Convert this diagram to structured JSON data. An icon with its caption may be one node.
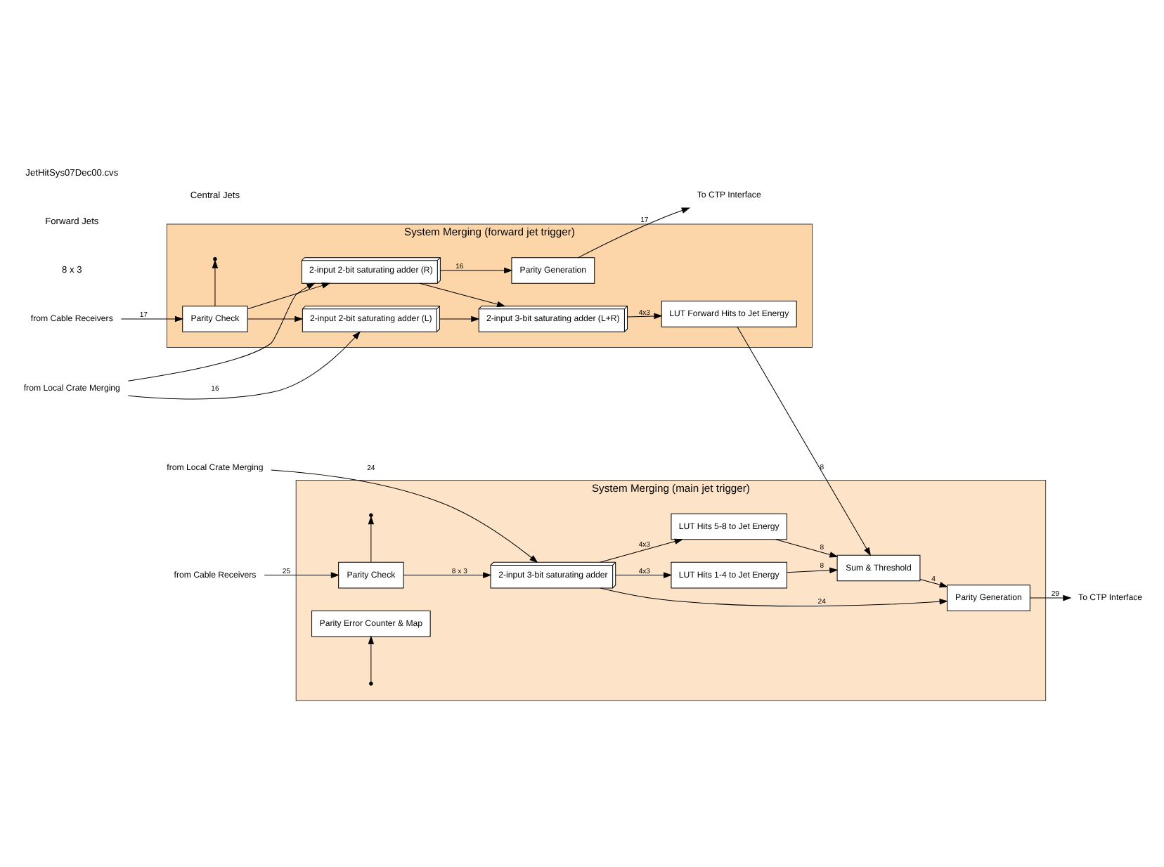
{
  "diagram": {
    "nodes": [
      {
        "text": [
          "System Merging (main jet trigger)"
        ]
      },
      {
        "text": [
          "from Cable Receivers"
        ]
      },
      {
        "text": [
          "from Local Crate Merging"
        ]
      },
      {
        "text": [
          "Parity Check"
        ],
        "in": 0
      },
      {
        "text": [
          "2-input 3-bit saturating adder"
        ],
        "in": 0
      },
      {
        "text": [
          "Parity Generation"
        ],
        "in": 0
      },
      {
        "text": [
          "LUT Hits 1-4 to Jet Energy"
        ],
        "in": 0
      },
      {
        "text": [
          "LUT Hits 5-8 to Jet Energy"
        ],
        "in": 0
      },
      {
        "text": [
          "Sum & Threshold"
        ],
        "in": 0
      },
      {
        "text": [
          "Parity Error Counter & Map"
        ],
        "in": 0
      },
      {
        "text": [
          "To CTP Interface"
        ]
      },
      {
        "text": [
          "System Merging (forward jet trigger)"
        ]
      },
      {
        "text": [
          "from Cable Receivers"
        ]
      },
      {
        "text": [
          "from Local Crate Merging"
        ]
      },
      {
        "text": [
          "Parity Check"
        ],
        "in": 11
      },
      {
        "text": [
          "2-input 2-bit saturating adder (L)"
        ],
        "in": 11
      },
      {
        "text": [
          "2-input 2-bit saturating adder (R)"
        ],
        "in": 11
      },
      {
        "text": [
          "2-input 3-bit saturating adder (L+R)"
        ],
        "in": 11
      },
      {
        "text": [
          "LUT Forward Hits to Jet Energy"
        ],
        "in": 11
      },
      {
        "text": [
          "Parity Generation"
        ],
        "in": 11
      },
      {
        "text": [
          "To CTP Interface"
        ]
      }
    ],
    "edges": [
      {
        "from": 1,
        "to": 3,
        "arrow": "to",
        "label": "25"
      },
      {
        "from": 2,
        "to": 4,
        "arrow": "to",
        "label": "24"
      },
      {
        "from": 3,
        "to": 4,
        "arrow": "to",
        "label": "8 x 3"
      },
      {
        "from": 3,
        "to": null,
        "arrow": "to"
      },
      {
        "from": 4,
        "to": 5,
        "arrow": "to",
        "label": "24"
      },
      {
        "from": 4,
        "to": 6,
        "arrow": "to",
        "label": "4x3"
      },
      {
        "from": 4,
        "to": 7,
        "arrow": "to",
        "label": "4x3"
      },
      {
        "from": 6,
        "to": 8,
        "arrow": "to",
        "label": "8"
      },
      {
        "from": 7,
        "to": 8,
        "arrow": "to",
        "label": "8"
      },
      {
        "from": 8,
        "to": 5,
        "arrow": "to",
        "label": "4"
      },
      {
        "from": 5,
        "to": 10,
        "arrow": "to",
        "label": "29"
      },
      {
        "from": null,
        "to": 9,
        "arrow": "to"
      },
      {
        "from": 12,
        "to": 14,
        "arrow": "to",
        "label": "17"
      },
      {
        "from": 13,
        "to": 15,
        "arrow": "to",
        "label": "16"
      },
      {
        "from": 13,
        "to": 16,
        "arrow": "to"
      },
      {
        "from": 14,
        "to": 15,
        "arrow": "to"
      },
      {
        "from": 14,
        "to": 16,
        "arrow": "to"
      },
      {
        "from": 14,
        "to": null,
        "arrow": "to"
      },
      {
        "from": 15,
        "to": 17,
        "arrow": "to"
      },
      {
        "from": 16,
        "to": 17,
        "arrow": "to"
      },
      {
        "from": 17,
        "to": 18,
        "arrow": "to",
        "label": "4x3"
      },
      {
        "from": 18,
        "to": 8,
        "arrow": "to",
        "label": "8"
      },
      {
        "from": 16,
        "to": 19,
        "arrow": "to",
        "label": "16"
      },
      {
        "from": 19,
        "to": 20,
        "arrow": "to",
        "label": "17"
      }
    ],
    "labels": [
      "8 x 3",
      "Central Jets",
      "Forward Jets",
      "JetHitSys07Dec00.cvs"
    ]
  }
}
